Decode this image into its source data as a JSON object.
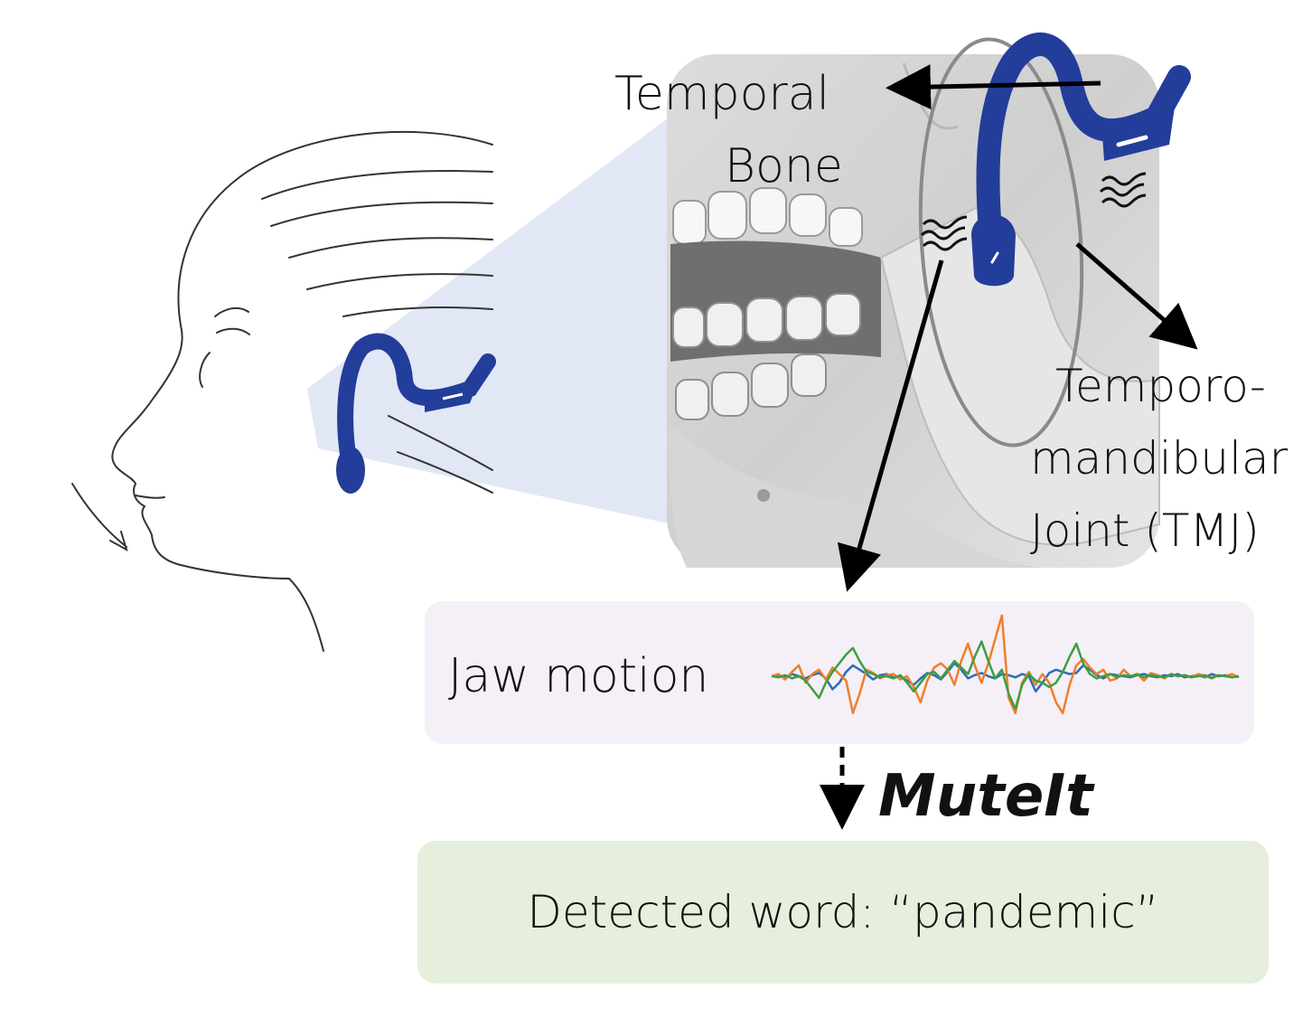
{
  "labels": {
    "temporal_line1": "Temporal",
    "temporal_line2": "Bone",
    "tmj_line1": "Temporo-",
    "tmj_line2": "mandibular",
    "tmj_line3": "Joint (TMJ)",
    "jaw_motion": "Jaw motion",
    "system_name": "MuteIt",
    "result": "Detected word: “pandemic”"
  },
  "signal_trace": {
    "series": [
      {
        "color": "#2e6db4",
        "values": [
          0,
          1,
          -1,
          2,
          0,
          -2,
          1,
          3,
          -2,
          -12,
          -6,
          4,
          10,
          6,
          2,
          -3,
          1,
          2,
          -1,
          0,
          -4,
          -8,
          -2,
          3,
          1,
          -3,
          4,
          12,
          6,
          -2,
          1,
          3,
          0,
          -2,
          2,
          1,
          -1,
          2,
          0,
          -14,
          -6,
          3,
          6,
          4,
          2,
          3,
          10,
          6,
          1,
          -2,
          2,
          1,
          0,
          -1,
          1,
          2,
          0,
          -1,
          1,
          0,
          2,
          -1,
          0,
          1,
          -1,
          2,
          0,
          1,
          -1,
          0
        ]
      },
      {
        "color": "#f07f2a",
        "values": [
          0,
          2,
          -3,
          4,
          10,
          -6,
          2,
          6,
          -3,
          8,
          2,
          -4,
          -34,
          -16,
          6,
          3,
          -2,
          1,
          2,
          -3,
          0,
          -10,
          -24,
          -4,
          8,
          12,
          6,
          -8,
          14,
          30,
          10,
          -6,
          12,
          34,
          56,
          -20,
          -34,
          -6,
          4,
          -8,
          2,
          -6,
          -24,
          -34,
          -8,
          10,
          16,
          8,
          2,
          6,
          -4,
          -2,
          6,
          0,
          2,
          -4,
          3,
          1,
          -2,
          2,
          0,
          1,
          -1,
          2,
          0,
          -1,
          1,
          0,
          2,
          -1
        ]
      },
      {
        "color": "#3aa040",
        "values": [
          0,
          -1,
          1,
          -2,
          0,
          -4,
          -12,
          -20,
          -6,
          4,
          12,
          20,
          26,
          14,
          4,
          2,
          -1,
          0,
          -2,
          1,
          -6,
          -14,
          -6,
          2,
          4,
          -2,
          6,
          14,
          8,
          2,
          18,
          32,
          14,
          -2,
          6,
          -16,
          -30,
          -8,
          2,
          -4,
          -6,
          -10,
          -6,
          4,
          18,
          30,
          12,
          2,
          -2,
          0,
          2,
          -1,
          1,
          0,
          2,
          -1,
          1,
          0,
          -1,
          2,
          0,
          1,
          -1,
          0,
          1,
          -2,
          1,
          0,
          -1,
          0
        ]
      }
    ]
  }
}
